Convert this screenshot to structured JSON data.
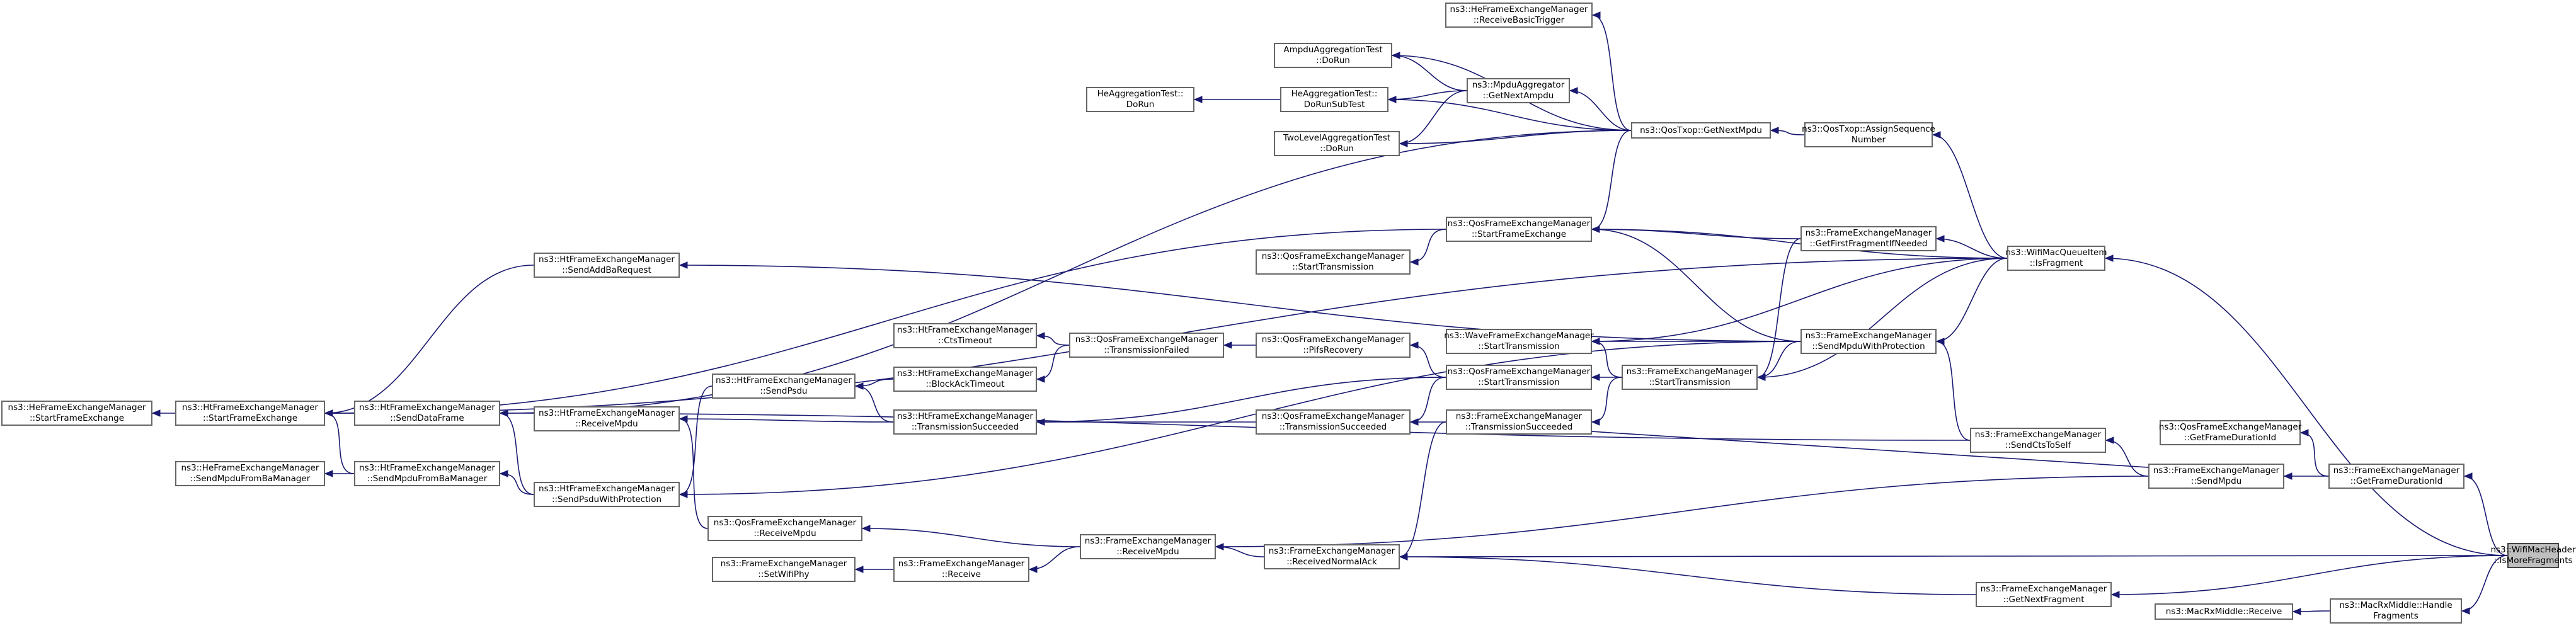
{
  "colors": {
    "edge": "#191970",
    "node_border": "#666666",
    "root_fill": "#bfbfbf",
    "background": "#ffffff"
  },
  "nodes": {
    "root": {
      "l1": "ns3::WifiMacHeader",
      "l2": "::IsMoreFragments"
    },
    "isfrag": {
      "l1": "ns3::WifiMacQueueItem",
      "l2": "::IsFragment"
    },
    "getdur": {
      "l1": "ns3::FrameExchangeManager",
      "l2": "::GetFrameDurationId"
    },
    "qosgetdur": {
      "l1": "ns3::QosFrameExchangeManager",
      "l2": "::GetFrameDurationId"
    },
    "recvack": {
      "l1": "ns3::FrameExchangeManager",
      "l2": "::ReceivedNormalAck"
    },
    "getnextfrag": {
      "l1": "ns3::FrameExchangeManager",
      "l2": "::GetNextFragment"
    },
    "handlefrag": {
      "l1": "ns3::MacRxMiddle::Handle",
      "l2": "Fragments"
    },
    "rxreceive": {
      "l1": "ns3::MacRxMiddle::Receive",
      "l2": ""
    },
    "getnextmpdu": {
      "l1": "ns3::QosTxop::GetNextMpdu",
      "l2": ""
    },
    "assignseq": {
      "l1": "ns3::QosTxop::AssignSequence",
      "l2": "Number"
    },
    "heframe_rbt": {
      "l1": "ns3::HeFrameExchangeManager",
      "l2": "::ReceiveBasicTrigger"
    },
    "ampdutest": {
      "l1": "AmpduAggregationTest",
      "l2": "::DoRun"
    },
    "getnextampdu": {
      "l1": "ns3::MpduAggregator",
      "l2": "::GetNextAmpdu"
    },
    "heaggsub": {
      "l1": "HeAggregationTest::",
      "l2": "DoRunSubTest"
    },
    "heaggrun": {
      "l1": "HeAggregationTest::",
      "l2": "DoRun"
    },
    "twolevel": {
      "l1": "TwoLevelAggregationTest",
      "l2": "::DoRun"
    },
    "qos_sfe": {
      "l1": "ns3::QosFrameExchangeManager",
      "l2": "::StartFrameExchange"
    },
    "qos_st_left": {
      "l1": "ns3::QosFrameExchangeManager",
      "l2": "::StartTransmission"
    },
    "getfirstfrag": {
      "l1": "ns3::FrameExchangeManager",
      "l2": "::GetFirstFragmentIfNeeded"
    },
    "sendmpduprot": {
      "l1": "ns3::FrameExchangeManager",
      "l2": "::SendMpduWithProtection"
    },
    "wave_st": {
      "l1": "ns3::WaveFrameExchangeManager",
      "l2": "::StartTransmission"
    },
    "fem_st": {
      "l1": "ns3::FrameExchangeManager",
      "l2": "::StartTransmission"
    },
    "qos_st": {
      "l1": "ns3::QosFrameExchangeManager",
      "l2": "::StartTransmission"
    },
    "fem_txs": {
      "l1": "ns3::FrameExchangeManager",
      "l2": "::TransmissionSucceeded"
    },
    "sendcts": {
      "l1": "ns3::FrameExchangeManager",
      "l2": "::SendCtsToSelf"
    },
    "sendmpdu": {
      "l1": "ns3::FrameExchangeManager",
      "l2": "::SendMpdu"
    },
    "qos_txs": {
      "l1": "ns3::QosFrameExchangeManager",
      "l2": "::TransmissionSucceeded"
    },
    "pifs": {
      "l1": "ns3::QosFrameExchangeManager",
      "l2": "::PifsRecovery"
    },
    "qos_txf": {
      "l1": "ns3::QosFrameExchangeManager",
      "l2": "::TransmissionFailed"
    },
    "ht_cts": {
      "l1": "ns3::HtFrameExchangeManager",
      "l2": "::CtsTimeout"
    },
    "ht_baack": {
      "l1": "ns3::HtFrameExchangeManager",
      "l2": "::BlockAckTimeout"
    },
    "ht_txs": {
      "l1": "ns3::HtFrameExchangeManager",
      "l2": "::TransmissionSucceeded"
    },
    "ht_sendpsdu": {
      "l1": "ns3::HtFrameExchangeManager",
      "l2": "::SendPsdu"
    },
    "ht_recvmpdu": {
      "l1": "ns3::HtFrameExchangeManager",
      "l2": "::ReceiveMpdu"
    },
    "ht_addba": {
      "l1": "ns3::HtFrameExchangeManager",
      "l2": "::SendAddBaRequest"
    },
    "ht_senddata": {
      "l1": "ns3::HtFrameExchangeManager",
      "l2": "::SendDataFrame"
    },
    "ht_sfe": {
      "l1": "ns3::HtFrameExchangeManager",
      "l2": "::StartFrameExchange"
    },
    "he_sfe": {
      "l1": "ns3::HeFrameExchangeManager",
      "l2": "::StartFrameExchange"
    },
    "ht_sendmpdufromba": {
      "l1": "ns3::HtFrameExchangeManager",
      "l2": "::SendMpduFromBaManager"
    },
    "he_sendmpdufromba": {
      "l1": "ns3::HeFrameExchangeManager",
      "l2": "::SendMpduFromBaManager"
    },
    "ht_sendpsduprot": {
      "l1": "ns3::HtFrameExchangeManager",
      "l2": "::SendPsduWithProtection"
    },
    "qos_recvmpdu": {
      "l1": "ns3::QosFrameExchangeManager",
      "l2": "::ReceiveMpdu"
    },
    "fem_recvmpdu": {
      "l1": "ns3::FrameExchangeManager",
      "l2": "::ReceiveMpdu"
    },
    "fem_receive": {
      "l1": "ns3::FrameExchangeManager",
      "l2": "::Receive"
    },
    "setwifiphy": {
      "l1": "ns3::FrameExchangeManager",
      "l2": "::SetWifiPhy"
    }
  }
}
